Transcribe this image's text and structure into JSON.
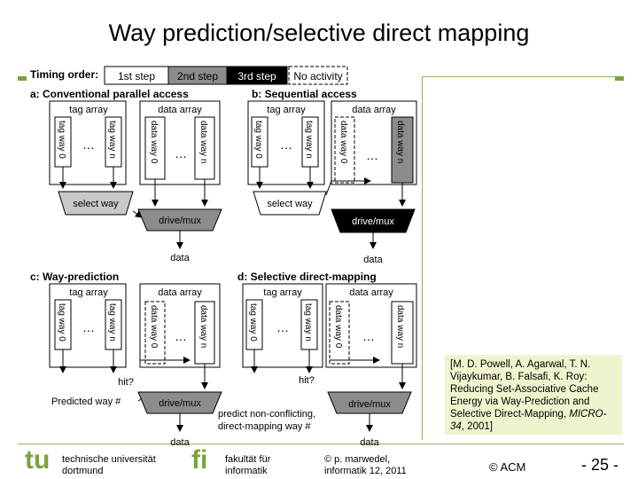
{
  "slide": {
    "title": "Way prediction/selective direct mapping",
    "citation": {
      "text_before": "[M. D. Powell, A. Agarwal, T. N. Vijaykumar, B. Falsafi, K. Roy: Reducing Set-Associative Cache Energy via Way-Prediction and Selective Direct-Mapping, ",
      "venue": "MICRO-34",
      "text_after": ", 2001]"
    },
    "footer": {
      "univ_line1": "technische universität",
      "univ_line2": "dortmund",
      "fak_line1": "fakultät für",
      "fak_line2": "informatik",
      "author_line1": "© p. marwedel,",
      "author_line2": "informatik 12,  2011",
      "copyright": "© ACM",
      "page": "- 25 -",
      "logo_tu": "tu",
      "logo_fi": "fi"
    },
    "colors": {
      "accent": "#7aa33a",
      "citation_bg": "#f1f3cf"
    }
  },
  "diagram": {
    "timing": {
      "label": "Timing order:",
      "step1": "1st step",
      "step2": "2nd step",
      "step3": "3rd step",
      "none": "No activity"
    },
    "panel_a": "a: Conventional parallel access",
    "panel_b": "b: Sequential access",
    "panel_c": "c: Way-prediction",
    "panel_d": "d: Selective direct-mapping",
    "tag_array": "tag array",
    "data_array": "data array",
    "tag_way_0": "tag way 0",
    "tag_way_n": "tag way n",
    "data_way_0": "data way 0",
    "data_way_n": "data way n",
    "ellipsis": "…",
    "select_way": "select way",
    "drive_mux": "drive/mux",
    "data": "data",
    "hit": "hit?",
    "predicted_way": "Predicted way #",
    "predict_line1": "predict non-conflicting,",
    "predict_line2": "direct-mapping way #"
  }
}
